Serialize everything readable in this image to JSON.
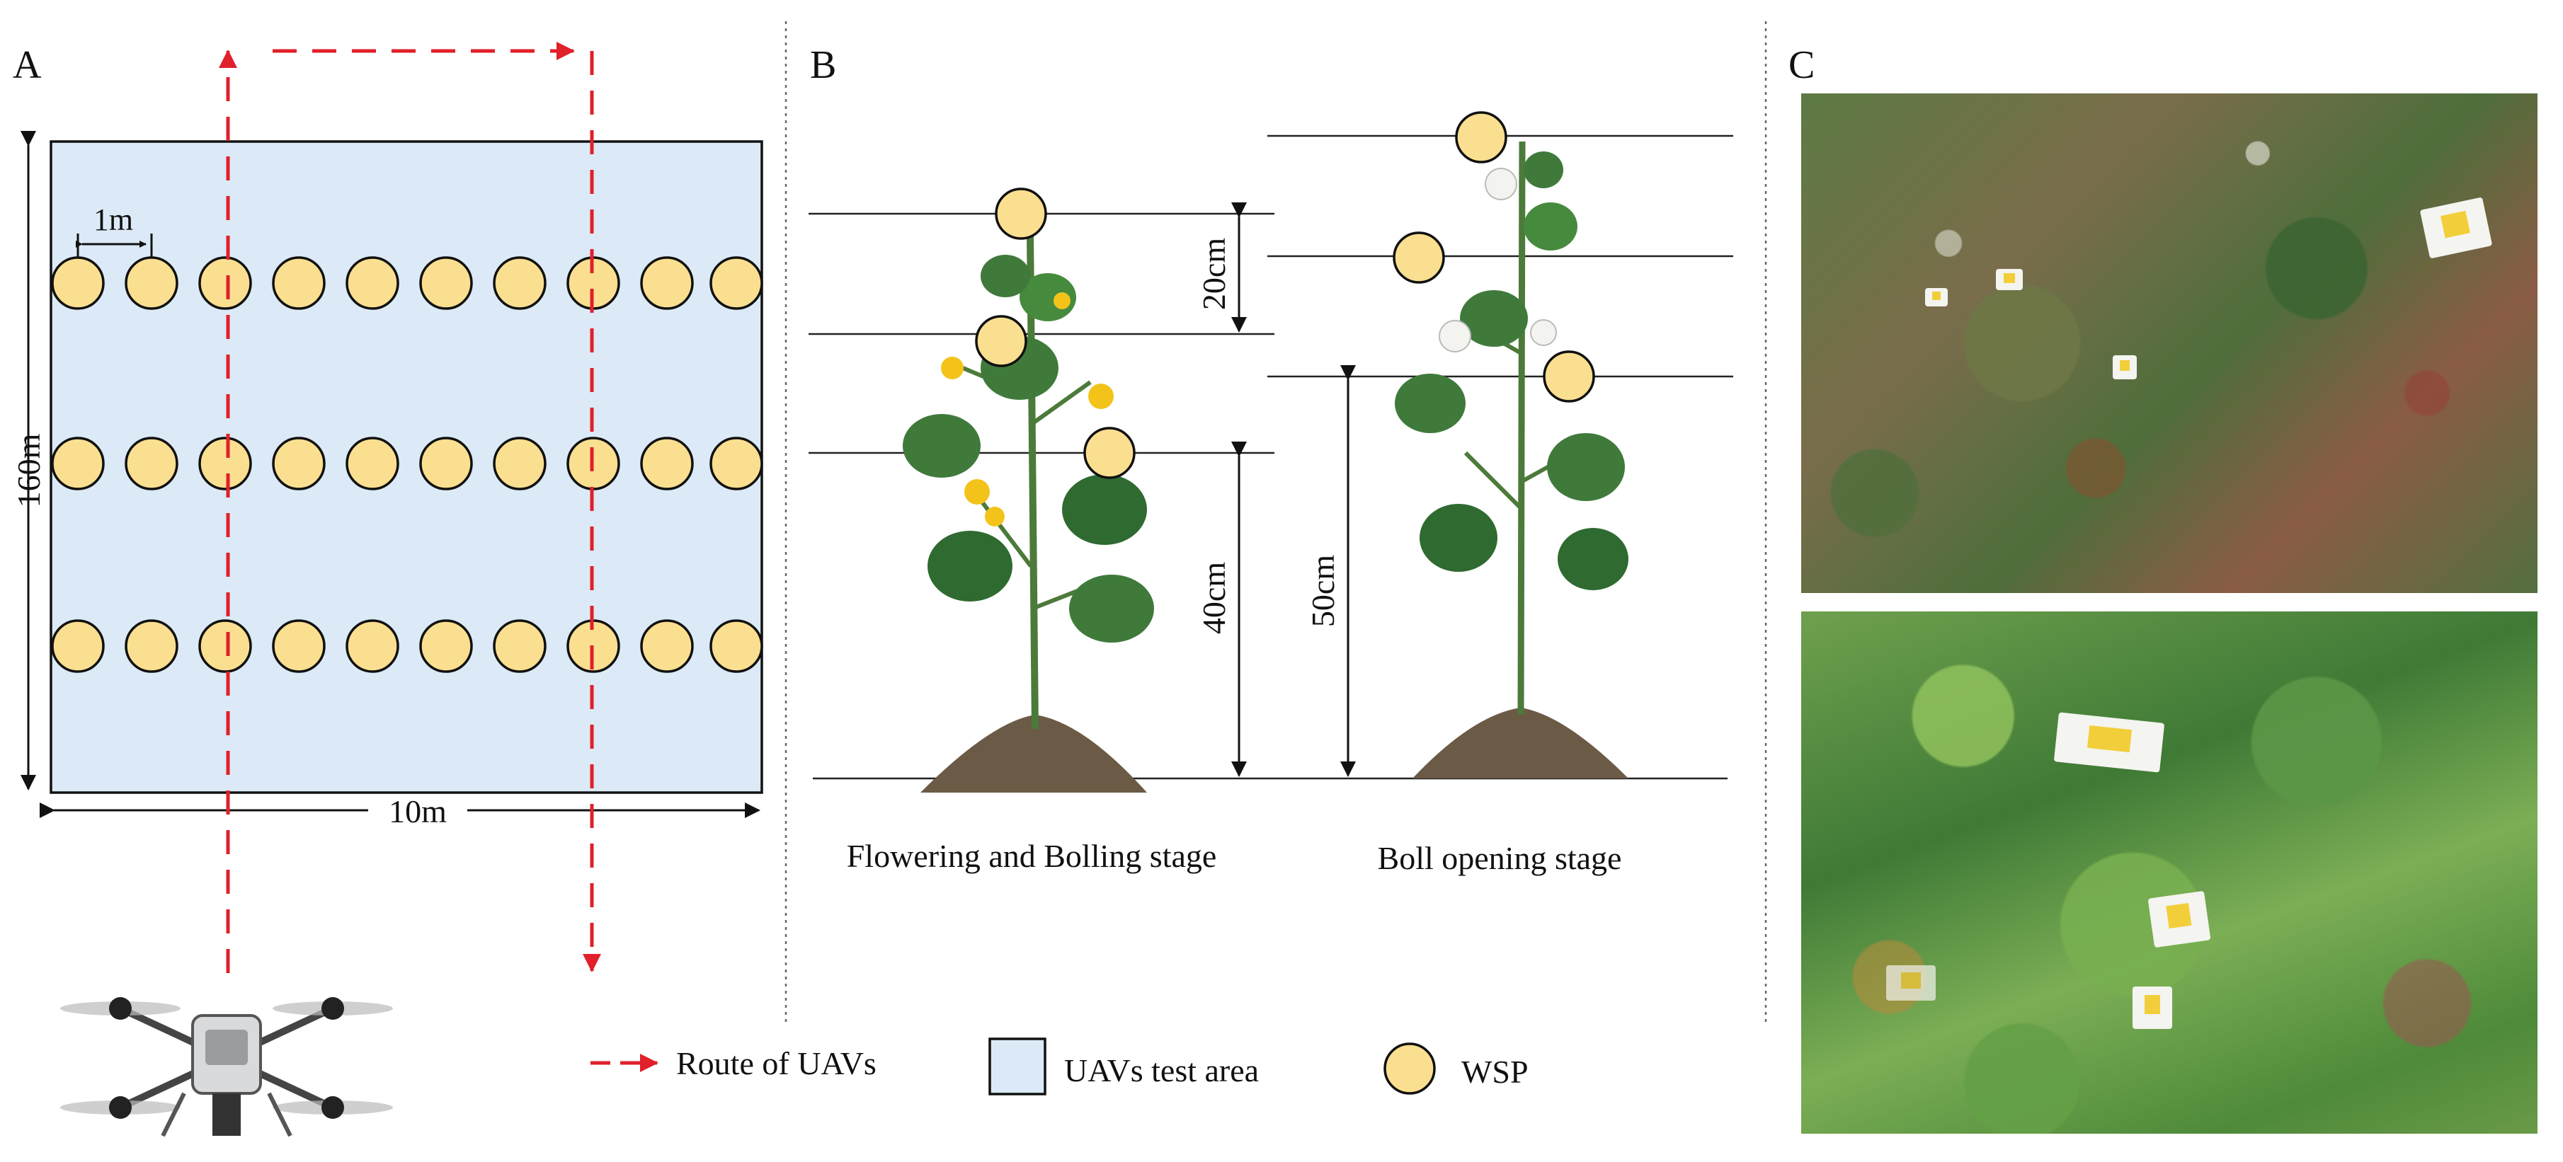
{
  "panels": {
    "a": {
      "letter": "A",
      "spacing_label": "1m",
      "length_label": "160m",
      "width_label": "10m"
    },
    "b": {
      "letter": "B",
      "gap_label": "20cm",
      "height_left_label": "40cm",
      "height_right_label": "50cm",
      "stage_left": "Flowering and Bolling stage",
      "stage_right": "Boll opening stage"
    },
    "c": {
      "letter": "C"
    }
  },
  "legend": {
    "route": "Route of UAVs",
    "area": "UAVs test area",
    "wsp": "WSP"
  },
  "colors": {
    "test_area_fill": "#dbeaf6",
    "wsp_fill": "#fbdf90",
    "route_red": "#e0202a",
    "stroke": "#111111"
  },
  "icons": {
    "uav": "drone-icon",
    "plant": "cotton-plant-icon"
  }
}
